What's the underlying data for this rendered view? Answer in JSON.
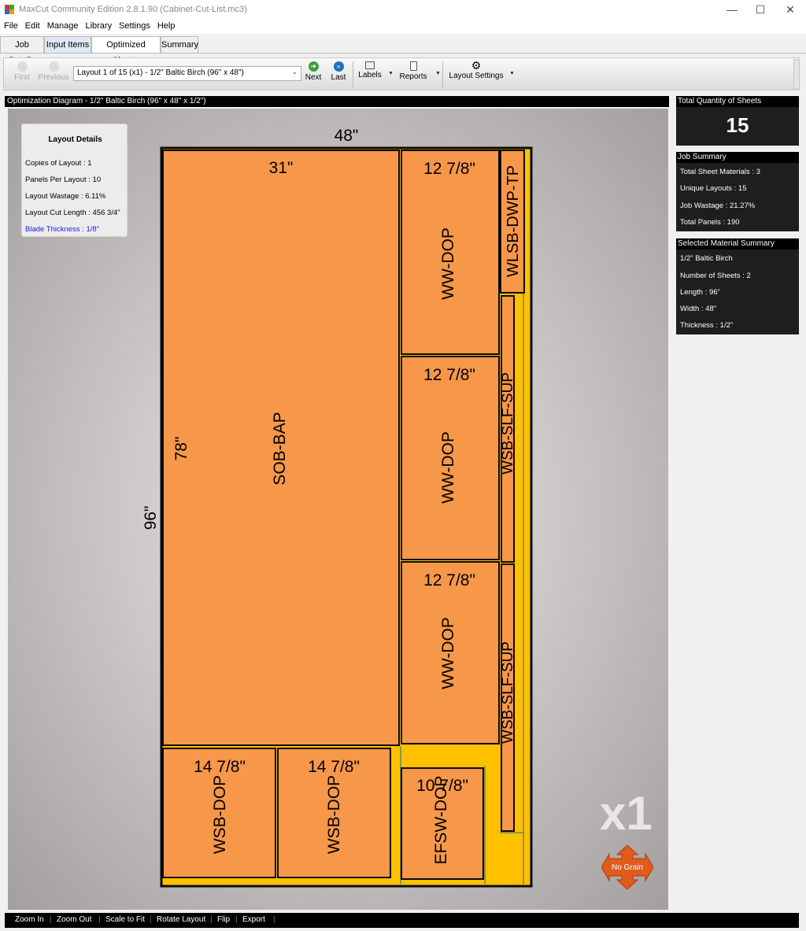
{
  "window": {
    "title": "MaxCut Community Edition 2.8.1.90 (Cabinet-Cut-List.mc3)",
    "minimize": "—",
    "maximize": "☐",
    "close": "✕"
  },
  "menu": [
    "File",
    "Edit",
    "Manage",
    "Library",
    "Settings",
    "Help"
  ],
  "tabs": [
    "Job Details",
    "Input Items",
    "Optimized Sheets",
    "Summary"
  ],
  "active_tab": "Optimized Sheets",
  "toolbar": {
    "first": "First",
    "previous": "Previous",
    "layout_select": "Layout 1 of 15 (x1) - 1/2\" Baltic Birch (96\" x 48\")",
    "next": "Next",
    "last": "Last",
    "labels": "Labels",
    "reports": "Reports",
    "layout_settings": "Layout Settings"
  },
  "diagram": {
    "header": "Optimization Diagram - 1/2\" Baltic Birch (96\" x 48\" x 1/2\")",
    "sheet_width_label": "48\"",
    "sheet_length_label": "96\"",
    "copies_badge": "x1",
    "grain_badge": "No Grain",
    "colors": {
      "panel": "#f69749",
      "waste": "#ffc000",
      "border": "#0a0a0a",
      "kerf": "#1b6d8c"
    },
    "panels": [
      {
        "name": "SOB-BAP",
        "width": "31\"",
        "length": "78\""
      },
      {
        "name": "WW-DOP",
        "width": "12 7/8\""
      },
      {
        "name": "WW-DOP",
        "width": "12 7/8\""
      },
      {
        "name": "WW-DOP",
        "width": "12 7/8\""
      },
      {
        "name": "WLSB-DWP-TP"
      },
      {
        "name": "WSB-SLF-SUP"
      },
      {
        "name": "WSB-SLF-SUP"
      },
      {
        "name": "WSB-DOP",
        "width": "14 7/8\""
      },
      {
        "name": "WSB-DOP",
        "width": "14 7/8\""
      },
      {
        "name": "EFSW-DOP",
        "width": "10 7/8\""
      }
    ]
  },
  "layout_details": {
    "title": "Layout Details",
    "rows": [
      "Copies of Layout :  1",
      "Panels Per Layout :  10",
      "Layout Wastage :  6.11%",
      "Layout Cut Length :  456 3/4\"",
      "Blade Thickness :  1/8\""
    ]
  },
  "total_sheets": {
    "header": "Total Quantity of Sheets",
    "value": "15"
  },
  "job_summary": {
    "header": "Job Summary",
    "rows": [
      "Total Sheet Materials :  3",
      "Unique Layouts :  15",
      "Job Wastage :  21.27%",
      "Total Panels :  190"
    ]
  },
  "material_summary": {
    "header": "Selected Material Summary",
    "rows": [
      "1/2\" Baltic Birch",
      "Number of Sheets :  2",
      "Length :  96\"",
      "Width :  48\"",
      "Thickness :  1/2\""
    ]
  },
  "bottom_bar": [
    "Zoom In",
    "Zoom Out",
    "Scale to Fit",
    "Rotate Layout",
    "Flip",
    "Export"
  ]
}
